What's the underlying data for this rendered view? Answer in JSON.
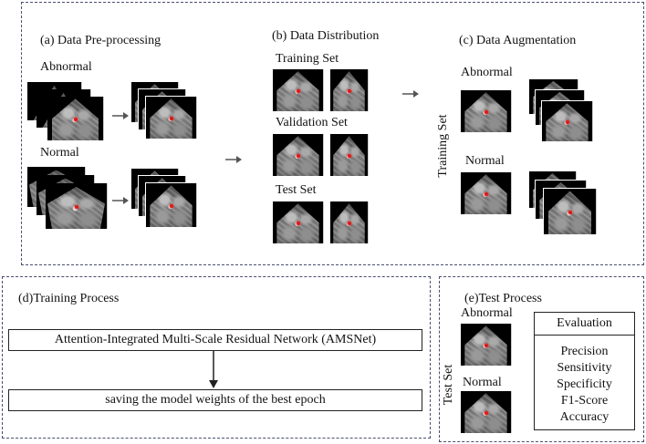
{
  "top_panel": {
    "preprocessing": {
      "title": "(a) Data Pre-processing",
      "abnormal_label": "Abnormal",
      "normal_label": "Normal"
    },
    "distribution": {
      "title": "(b) Data Distribution",
      "training_label": "Training Set",
      "validation_label": "Validation Set",
      "test_label": "Test Set"
    },
    "augmentation": {
      "title": "(c) Data Augmentation",
      "abnormal_label": "Abnormal",
      "normal_label": "Normal",
      "side_label": "Training Set"
    }
  },
  "training_panel": {
    "title": "(d)Training Process",
    "model_box": "Attention-Integrated Multi-Scale Residual Network (AMSNet)",
    "weights_box": "saving the model weights of the best epoch"
  },
  "test_panel": {
    "title": "(e)Test Process",
    "abnormal_label": "Abnormal",
    "normal_label": "Normal",
    "side_label": "Test Set",
    "evaluation_title": "Evaluation",
    "metrics": [
      "Precision",
      "Sensitivity",
      "Specificity",
      "F1-Score",
      "Accuracy"
    ]
  },
  "colors": {
    "dashed_border": "#4a4e6e",
    "lesion_marker": "#e01818"
  }
}
